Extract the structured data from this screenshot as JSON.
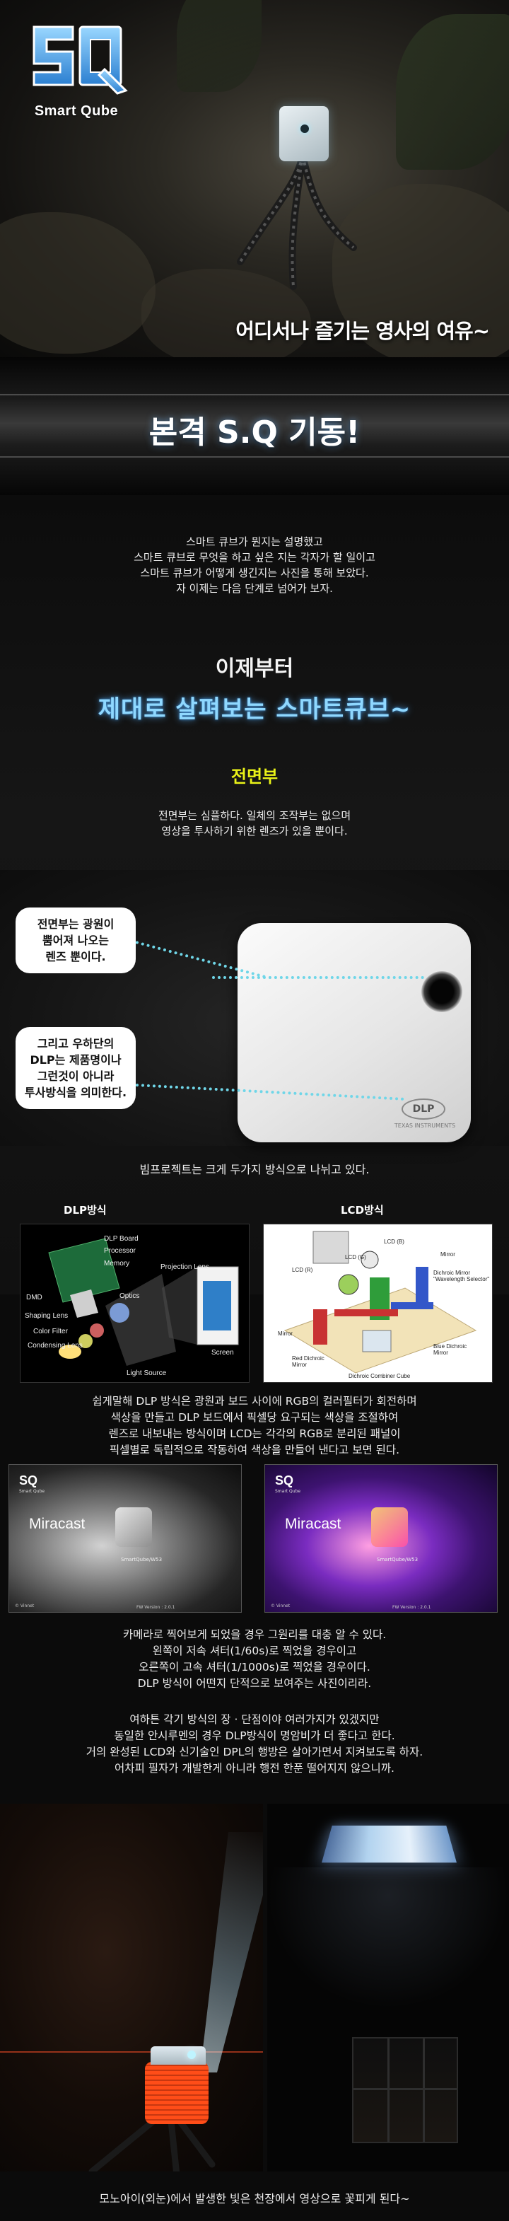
{
  "hero": {
    "logo_text": "Smart Qube",
    "logo_mark": "SQ",
    "caption": "어디서나 즐기는 영사의 여유~"
  },
  "banner": {
    "title": "본격 S.Q 기동!"
  },
  "intro": {
    "lines": [
      "스마트 큐브가 뭔지는 설명했고",
      "스마트 큐브로 무엇을 하고 싶은 지는 각자가 할 일이고",
      "스마트 큐브가 어떻게 생긴지는 사진을 통해 보았다.",
      "자 이제는 다음 단계로 넘어가 보자."
    ]
  },
  "heading": {
    "line1": "이제부터",
    "line2": "제대로 살펴보는 스마트큐브~",
    "front_label": "전면부"
  },
  "front": {
    "desc_lines": [
      "전면부는 심플하다. 일체의 조작부는 없으며",
      "영상을 투사하기 위한 렌즈가 있을 뿐이다."
    ],
    "callout_top_lines": [
      "전면부는 광원이",
      "뿜어져 나오는",
      "렌즈 뿐이다."
    ],
    "callout_bottom_lines": [
      "그리고 우하단의",
      "DLP는 제품명이나",
      "그런것이 아니라",
      "투사방식을 의미한다."
    ],
    "dlp_logo": "DLP",
    "ti_text": "TEXAS INSTRUMENTS"
  },
  "beam_text": "빔프로젝트는 크게 두가지 방식으로 나뉘고 있다.",
  "diagrams": {
    "dlp_label": "DLP방식",
    "lcd_label": "LCD방식",
    "dlp_parts": [
      "DLP Board",
      "Processor",
      "Memory",
      "Projection Lens",
      "DMD",
      "Optics",
      "Shaping Lens",
      "Color Filter",
      "Condensing Lens",
      "Light Source",
      "Screen"
    ],
    "lcd_parts": [
      "LCD (B)",
      "LCD (G)",
      "LCD (R)",
      "Mirror",
      "Dichroic Mirror \"Wavelength Selector\"",
      "Mirror",
      "Red Dichroic Mirror",
      "Blue Dichroic Mirror",
      "Dichroic Combiner Cube"
    ]
  },
  "dlp_desc": [
    "쉽게말해 DLP 방식은 광원과 보드 사이에 RGB의 컬러필터가 회전하며",
    "색상을 만들고 DLP 보드에서 픽셀당 요구되는 색상을 조절하여",
    "렌즈로 내보내는 방식이며 LCD는 각각의 RGB로 분리된 패널이",
    "픽셀별로 독립적으로 작동하여 색상을 만들어 낸다고 보면 된다."
  ],
  "screens": {
    "mark": "SQ",
    "sub": "Smart Qube",
    "title": "Miracast",
    "tag": "SmartQube/W53",
    "ver": "FW Version : 2.0.1",
    "rel": "© Vinnet"
  },
  "camera_text": [
    "카메라로 찍어보게 되었을 경우 그원리를 대충 알 수 있다.",
    "왼쪽이 저속 셔터(1/60s)로 찍었을 경우이고",
    "오른쪽이 고속 셔터(1/1000s)로 찍었을 경우이다.",
    "DLP 방식이 어떤지 단적으로 보여주는 사진이리라."
  ],
  "pros_text": [
    "여하튼 각기 방식의 장 · 단점이야 여러가지가 있겠지만",
    "동일한 안시루멘의 경우 DLP방식이 명암비가 더 좋다고 한다.",
    "거의 완성된 LCD와 신기술인 DPL의 행방은 살아가면서 지켜보도록 하자.",
    "어차피 필자가 개발한게 아니라 행전 한푼 떨어지지 않으니까."
  ],
  "bottom_caption": "모노아이(외눈)에서 발생한 빛은 천장에서 영상으로 꽃피게 된다~"
}
